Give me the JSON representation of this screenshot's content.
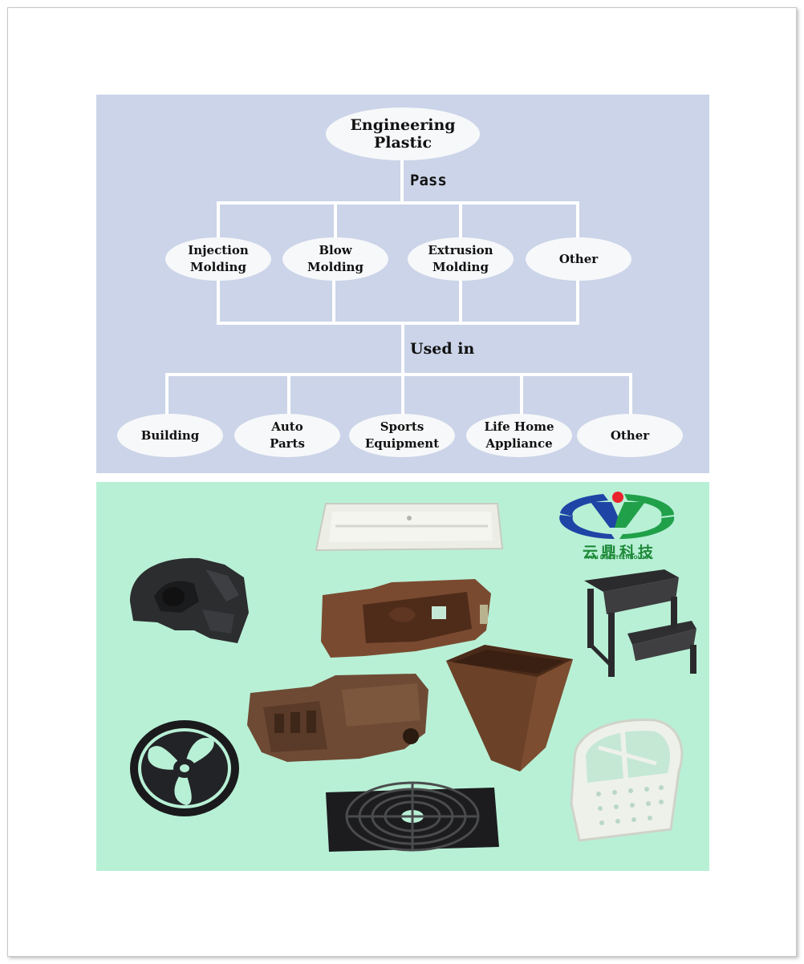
{
  "flowchart": {
    "root": "Engineering\nPlastic",
    "connector_1": "Pass",
    "processes": [
      "Injection\nMolding",
      "Blow\nMolding",
      "Extrusion\nMolding",
      "Other"
    ],
    "connector_2": "Used in",
    "applications": [
      "Building",
      "Auto\nParts",
      "Sports\nEquipment",
      "Life Home\nAppliance",
      "Other"
    ]
  },
  "logo": {
    "chinese_text": "云鼎科技",
    "english_text": "YUN DING TECHNOLOGY",
    "colors": {
      "blue": "#1e44a6",
      "green": "#21a04a",
      "red": "#e8232b"
    }
  },
  "colors": {
    "flow_background": "#cbd4e8",
    "photo_background": "#b8f0d6",
    "node_fill": "#f7f8fa",
    "line": "#ffffff"
  },
  "products": [
    "helmet-shell",
    "white-tray",
    "brown-housing",
    "step-stool",
    "brown-bracket",
    "brown-bin",
    "black-wheel",
    "fan-guard",
    "white-chair-back"
  ]
}
